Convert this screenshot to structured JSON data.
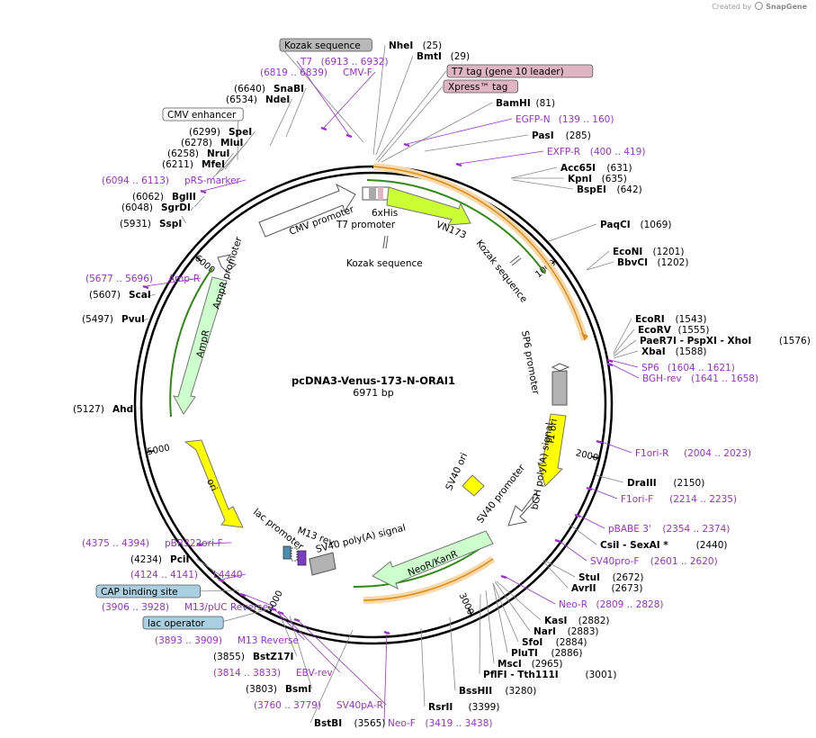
{
  "credit": {
    "prefix": "Created by",
    "brand": "SnapGene"
  },
  "plasmid": {
    "name": "pcDNA3-Venus-173-N-ORAI1",
    "length": "6971 bp"
  },
  "ticks": [
    "1000",
    "2000",
    "3000",
    "4000",
    "5000",
    "6000"
  ],
  "labels": [
    {
      "name": "Kozak sequence",
      "kind": "box",
      "color": "#b8b8b8"
    },
    {
      "name": "NheI",
      "pos": "(25)",
      "kind": "enz"
    },
    {
      "name": "BmtI",
      "pos": "(29)",
      "kind": "enz"
    },
    {
      "name": "T7 tag (gene 10 leader)",
      "kind": "box",
      "color": "#dfb5c3"
    },
    {
      "name": "Xpress™ tag",
      "kind": "box",
      "color": "#dfb5c3"
    },
    {
      "name": "BamHI",
      "pos": "(81)",
      "kind": "enz"
    },
    {
      "name": "EGFP-N",
      "pos": "(139 .. 160)",
      "kind": "primer"
    },
    {
      "name": "PasI",
      "pos": "(285)",
      "kind": "enz"
    },
    {
      "name": "EXFP-R",
      "pos": "(400 .. 419)",
      "kind": "primer"
    },
    {
      "name": "Acc65I",
      "pos": "(631)",
      "kind": "enz"
    },
    {
      "name": "KpnI",
      "pos": "(635)",
      "kind": "enz"
    },
    {
      "name": "BspEI",
      "pos": "(642)",
      "kind": "enz"
    },
    {
      "name": "PaqCI",
      "pos": "(1069)",
      "kind": "enz"
    },
    {
      "name": "EcoNI",
      "pos": "(1201)",
      "kind": "enz"
    },
    {
      "name": "BbvCI",
      "pos": "(1202)",
      "kind": "enz"
    },
    {
      "name": "EcoRI",
      "pos": "(1543)",
      "kind": "enz"
    },
    {
      "name": "EcoRV",
      "pos": "(1555)",
      "kind": "enz"
    },
    {
      "name": "PaeR7I - PspXI - XhoI",
      "pos": "(1576)",
      "kind": "enz"
    },
    {
      "name": "XbaI",
      "pos": "(1588)",
      "kind": "enz"
    },
    {
      "name": "SP6",
      "pos": "(1604 .. 1621)",
      "kind": "primer"
    },
    {
      "name": "BGH-rev",
      "pos": "(1641 .. 1658)",
      "kind": "primer"
    },
    {
      "name": "F1ori-R",
      "pos": "(2004 .. 2023)",
      "kind": "primer"
    },
    {
      "name": "DraIII",
      "pos": "(2150)",
      "kind": "enz"
    },
    {
      "name": "F1ori-F",
      "pos": "(2214 .. 2235)",
      "kind": "primer"
    },
    {
      "name": "pBABE 3'",
      "pos": "(2354 .. 2374)",
      "kind": "primer"
    },
    {
      "name": "CsiI - SexAI *",
      "pos": "(2440)",
      "kind": "enz"
    },
    {
      "name": "SV40pro-F",
      "pos": "(2601 .. 2620)",
      "kind": "primer"
    },
    {
      "name": "StuI",
      "pos": "(2672)",
      "kind": "enz"
    },
    {
      "name": "AvrII",
      "pos": "(2673)",
      "kind": "enz"
    },
    {
      "name": "Neo-R",
      "pos": "(2809 .. 2828)",
      "kind": "primer"
    },
    {
      "name": "KasI",
      "pos": "(2882)",
      "kind": "enz"
    },
    {
      "name": "NarI",
      "pos": "(2883)",
      "kind": "enz"
    },
    {
      "name": "SfoI",
      "pos": "(2884)",
      "kind": "enz"
    },
    {
      "name": "PluTI",
      "pos": "(2886)",
      "kind": "enz"
    },
    {
      "name": "MscI",
      "pos": "(2965)",
      "kind": "enz"
    },
    {
      "name": "PflFI - Tth111I",
      "pos": "(3001)",
      "kind": "enz"
    },
    {
      "name": "BssHII",
      "pos": "(3280)",
      "kind": "enz"
    },
    {
      "name": "RsrII",
      "pos": "(3399)",
      "kind": "enz"
    },
    {
      "name": "Neo-F",
      "pos": "(3419 .. 3438)",
      "kind": "primer"
    },
    {
      "name": "BstBI",
      "pos": "(3565)",
      "kind": "enz"
    },
    {
      "name": "SV40pA-R",
      "pos": "(3760 .. 3779)",
      "kind": "primer"
    },
    {
      "name": "BsmI",
      "pos": "(3803)",
      "kind": "enz"
    },
    {
      "name": "EBV-rev",
      "pos": "(3814 .. 3833)",
      "kind": "primer"
    },
    {
      "name": "BstZ17I",
      "pos": "(3855)",
      "kind": "enz"
    },
    {
      "name": "M13 Reverse",
      "pos": "(3893 .. 3909)",
      "kind": "primer"
    },
    {
      "name": "lac operator",
      "kind": "box",
      "color": "#a9cfe0"
    },
    {
      "name": "M13/pUC Reverse",
      "pos": "(3906 .. 3928)",
      "kind": "primer"
    },
    {
      "name": "CAP binding site",
      "kind": "box",
      "color": "#a9cfe0"
    },
    {
      "name": "L4440",
      "pos": "(4124 .. 4141)",
      "kind": "primer"
    },
    {
      "name": "PciI",
      "pos": "(4234)",
      "kind": "enz"
    },
    {
      "name": "pBR322ori-F",
      "pos": "(4375 .. 4394)",
      "kind": "primer"
    },
    {
      "name": "AhdI",
      "pos": "(5127)",
      "kind": "enz"
    },
    {
      "name": "PvuI",
      "pos": "(5497)",
      "kind": "enz"
    },
    {
      "name": "ScaI",
      "pos": "(5607)",
      "kind": "enz"
    },
    {
      "name": "Amp-R",
      "pos": "(5677 .. 5696)",
      "kind": "primer"
    },
    {
      "name": "SspI",
      "pos": "(5931)",
      "kind": "enz"
    },
    {
      "name": "SgrDI",
      "pos": "(6048)",
      "kind": "enz"
    },
    {
      "name": "BglII",
      "pos": "(6062)",
      "kind": "enz"
    },
    {
      "name": "pRS-marker",
      "pos": "(6094 .. 6113)",
      "kind": "primer"
    },
    {
      "name": "MfeI",
      "pos": "(6211)",
      "kind": "enz"
    },
    {
      "name": "NruI",
      "pos": "(6258)",
      "kind": "enz"
    },
    {
      "name": "MluI",
      "pos": "(6278)",
      "kind": "enz"
    },
    {
      "name": "SpeI",
      "pos": "(6299)",
      "kind": "enz"
    },
    {
      "name": "CMV enhancer",
      "kind": "box",
      "color": "#ffffff"
    },
    {
      "name": "NdeI",
      "pos": "(6534)",
      "kind": "enz"
    },
    {
      "name": "SnaBI",
      "pos": "(6640)",
      "kind": "enz"
    },
    {
      "name": "CMV-F",
      "pos": "(6819 .. 6839)",
      "kind": "primer"
    },
    {
      "name": "T7",
      "pos": "(6913 .. 6932)",
      "kind": "primer"
    }
  ],
  "features": [
    {
      "name": "CMV promoter",
      "color": "#ffffff"
    },
    {
      "name": "T7 promoter",
      "color": "#ffffff"
    },
    {
      "name": "6xHis",
      "color": "#ffffff"
    },
    {
      "name": "VN173",
      "color": "#ccff33"
    },
    {
      "name": "Kozak sequence",
      "color": "#ffffff"
    },
    {
      "name": "SP6 promoter",
      "color": "#ffffff"
    },
    {
      "name": "bGH poly(A) signal",
      "color": "#b3b3b3"
    },
    {
      "name": "f1 ori",
      "color": "#ffff00"
    },
    {
      "name": "SV40 promoter",
      "color": "#ffffff"
    },
    {
      "name": "SV40 ori",
      "color": "#ffff00"
    },
    {
      "name": "NeoR/KanR",
      "color": "#ccffcc"
    },
    {
      "name": "SV40 poly(A) signal",
      "color": "#b3b3b3"
    },
    {
      "name": "M13 rev",
      "color": "#ffffff"
    },
    {
      "name": "lac promoter",
      "color": "#ffffff"
    },
    {
      "name": "ori",
      "color": "#ffff00"
    },
    {
      "name": "AmpR",
      "color": "#ccffcc"
    },
    {
      "name": "AmpR promoter",
      "color": "#ffffff"
    }
  ],
  "colors": {
    "primer": "#9b30d0",
    "orf": "#f5a623",
    "orf_line": "#2f8a14"
  }
}
